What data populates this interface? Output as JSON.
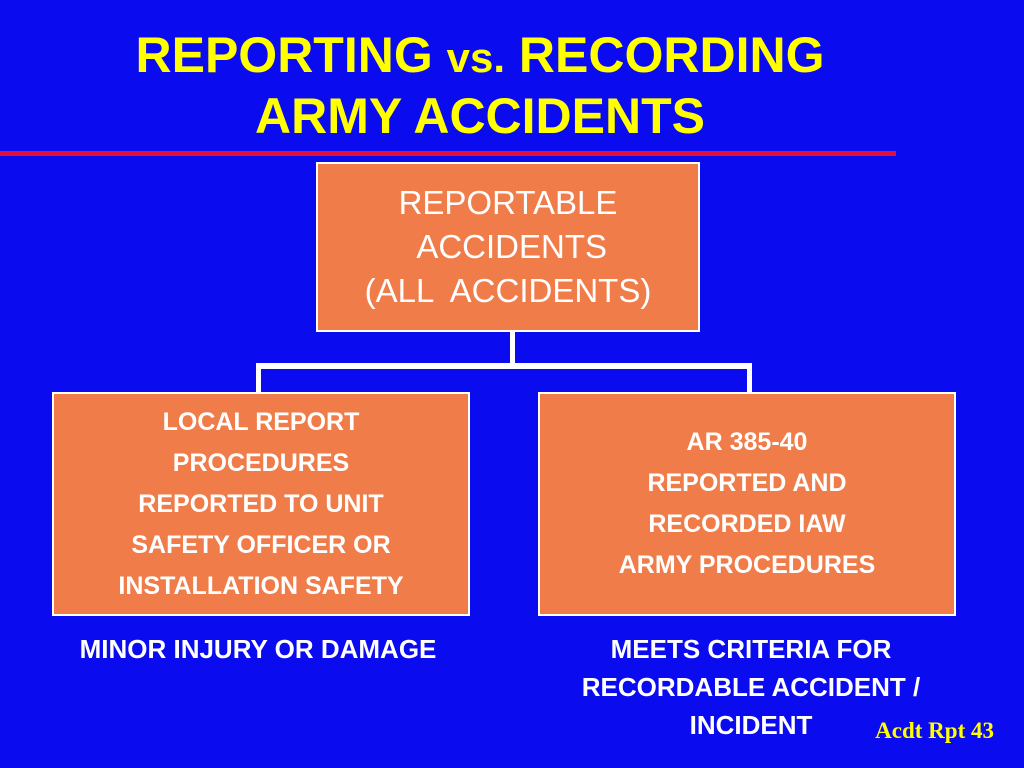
{
  "title": {
    "line1_a": "REPORTING ",
    "line1_vs": "vs.",
    "line1_b": " RECORDING",
    "line2": "ARMY ACCIDENTS"
  },
  "top_box": {
    "lines": [
      "REPORTABLE",
      " ACCIDENTS",
      "(ALL  ACCIDENTS)"
    ]
  },
  "left_box": {
    "lines": [
      "LOCAL REPORT",
      "PROCEDURES",
      "REPORTED TO UNIT",
      "SAFETY OFFICER OR",
      "INSTALLATION SAFETY"
    ]
  },
  "right_box": {
    "lines": [
      "AR 385-40",
      "REPORTED AND",
      "RECORDED IAW",
      "ARMY PROCEDURES"
    ]
  },
  "captions": {
    "left": "MINOR INJURY OR DAMAGE",
    "right_lines": [
      "MEETS CRITERIA FOR",
      "RECORDABLE ACCIDENT /",
      "INCIDENT"
    ]
  },
  "slide_tag": "Acdt Rpt 43",
  "colors": {
    "background": "#0b0bf0",
    "title": "#ffff00",
    "rule": "#e0103a",
    "box_fill": "#f07c4a",
    "box_border": "#ffffff",
    "text": "#ffffff"
  }
}
